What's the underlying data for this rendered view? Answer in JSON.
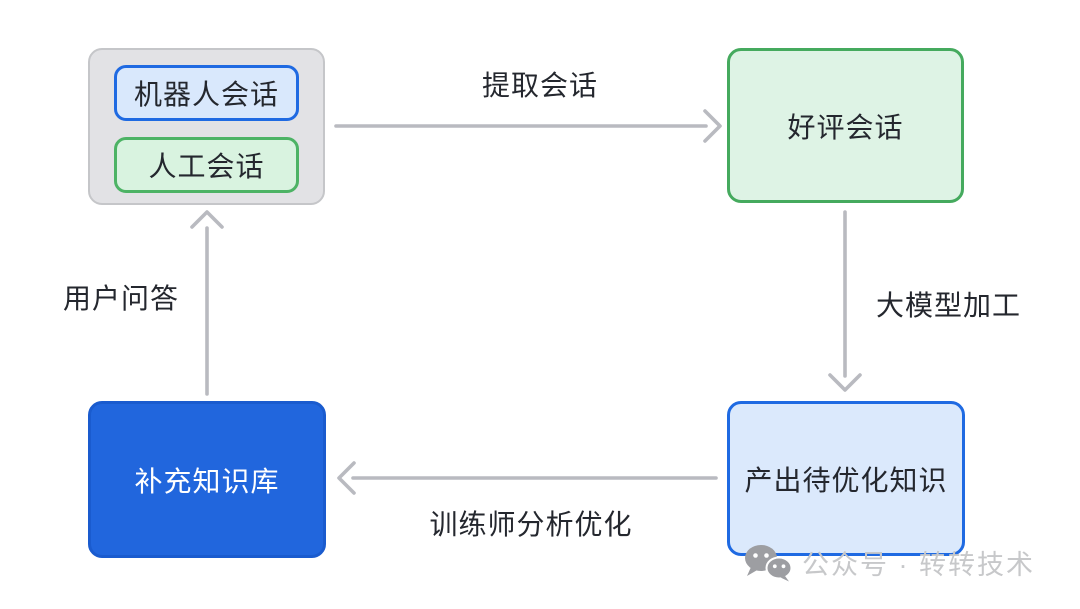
{
  "diagram": {
    "session_group": {
      "bot_session_label": "机器人会话",
      "human_session_label": "人工会话"
    },
    "nodes": {
      "positive_session": "好评会话",
      "pending_knowledge": "产出待优化知识",
      "knowledge_base": "补充知识库"
    },
    "edge_labels": {
      "extract_session": "提取会话",
      "llm_processing": "大模型加工",
      "trainer_optimization": "训练师分析优化",
      "user_qa": "用户问答"
    },
    "watermark": {
      "text": "公众号 · 转转技术"
    },
    "colors": {
      "blue_accent": "#1f6ae2",
      "blue_light_fill": "#dbe9fc",
      "green_accent": "#45aa5e",
      "green_light_fill": "#def3e5",
      "solid_blue_fill": "#2166dd",
      "group_gray_fill": "#e2e2e5",
      "group_gray_border": "#c5c6c9",
      "arrow_gray": "#b9bac0",
      "text_dark": "#24272e",
      "watermark_gray": "#c7c8ca"
    }
  }
}
